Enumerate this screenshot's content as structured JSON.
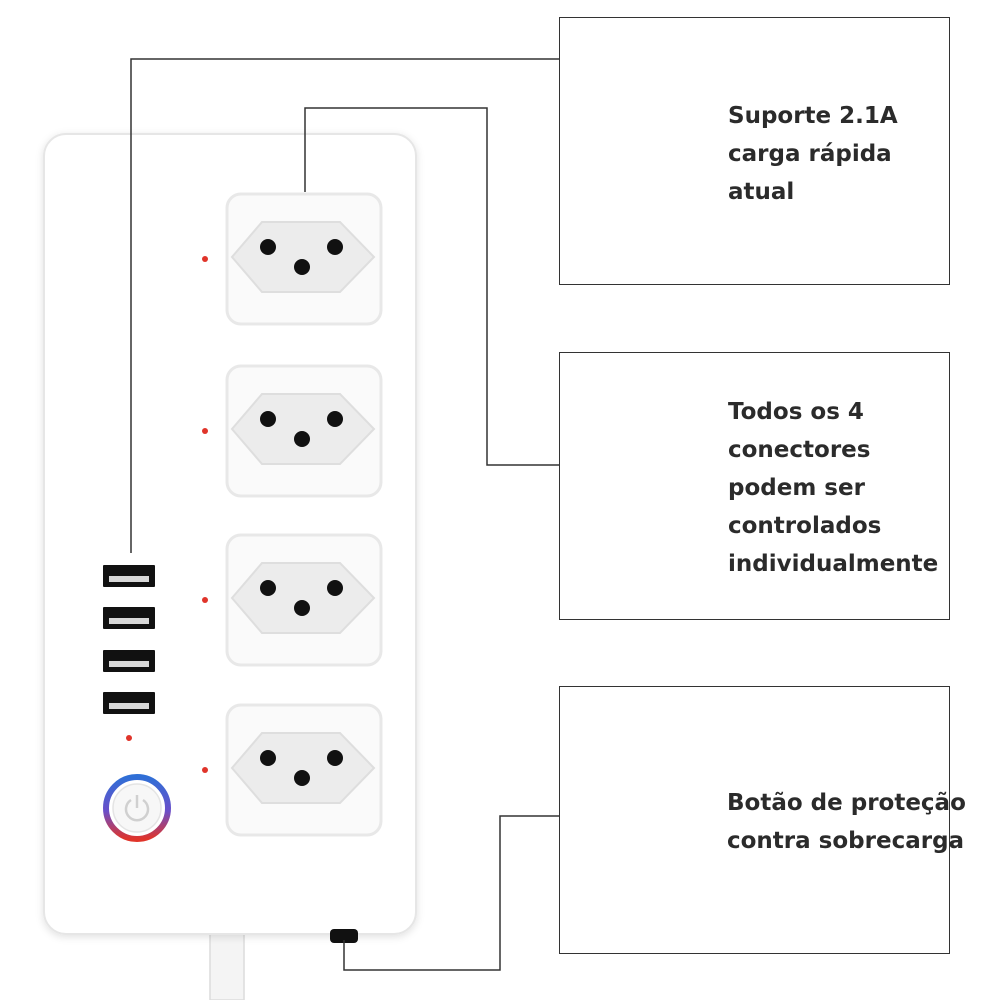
{
  "callouts": {
    "usb": {
      "lines": [
        "Suporte 2.1A",
        "carga rápida",
        "atual"
      ]
    },
    "outlets": {
      "lines": [
        "Todos os 4",
        "conectores",
        "podem ser",
        "controlados",
        "individualmente"
      ]
    },
    "overload": {
      "lines": [
        "Botão de proteção",
        "contra sobrecarga"
      ]
    }
  },
  "icons": {
    "usb_port": "usb-port-icon",
    "outlet": "br-outlet-icon",
    "power": "power-button-icon",
    "indicator": "red-led-indicator"
  },
  "colors": {
    "text": "#2b2b2b",
    "led": "#e0342a",
    "ring_blue": "#2f6fd6",
    "ring_red": "#e0342a",
    "strip": "#ffffff",
    "outline": "#333333"
  }
}
